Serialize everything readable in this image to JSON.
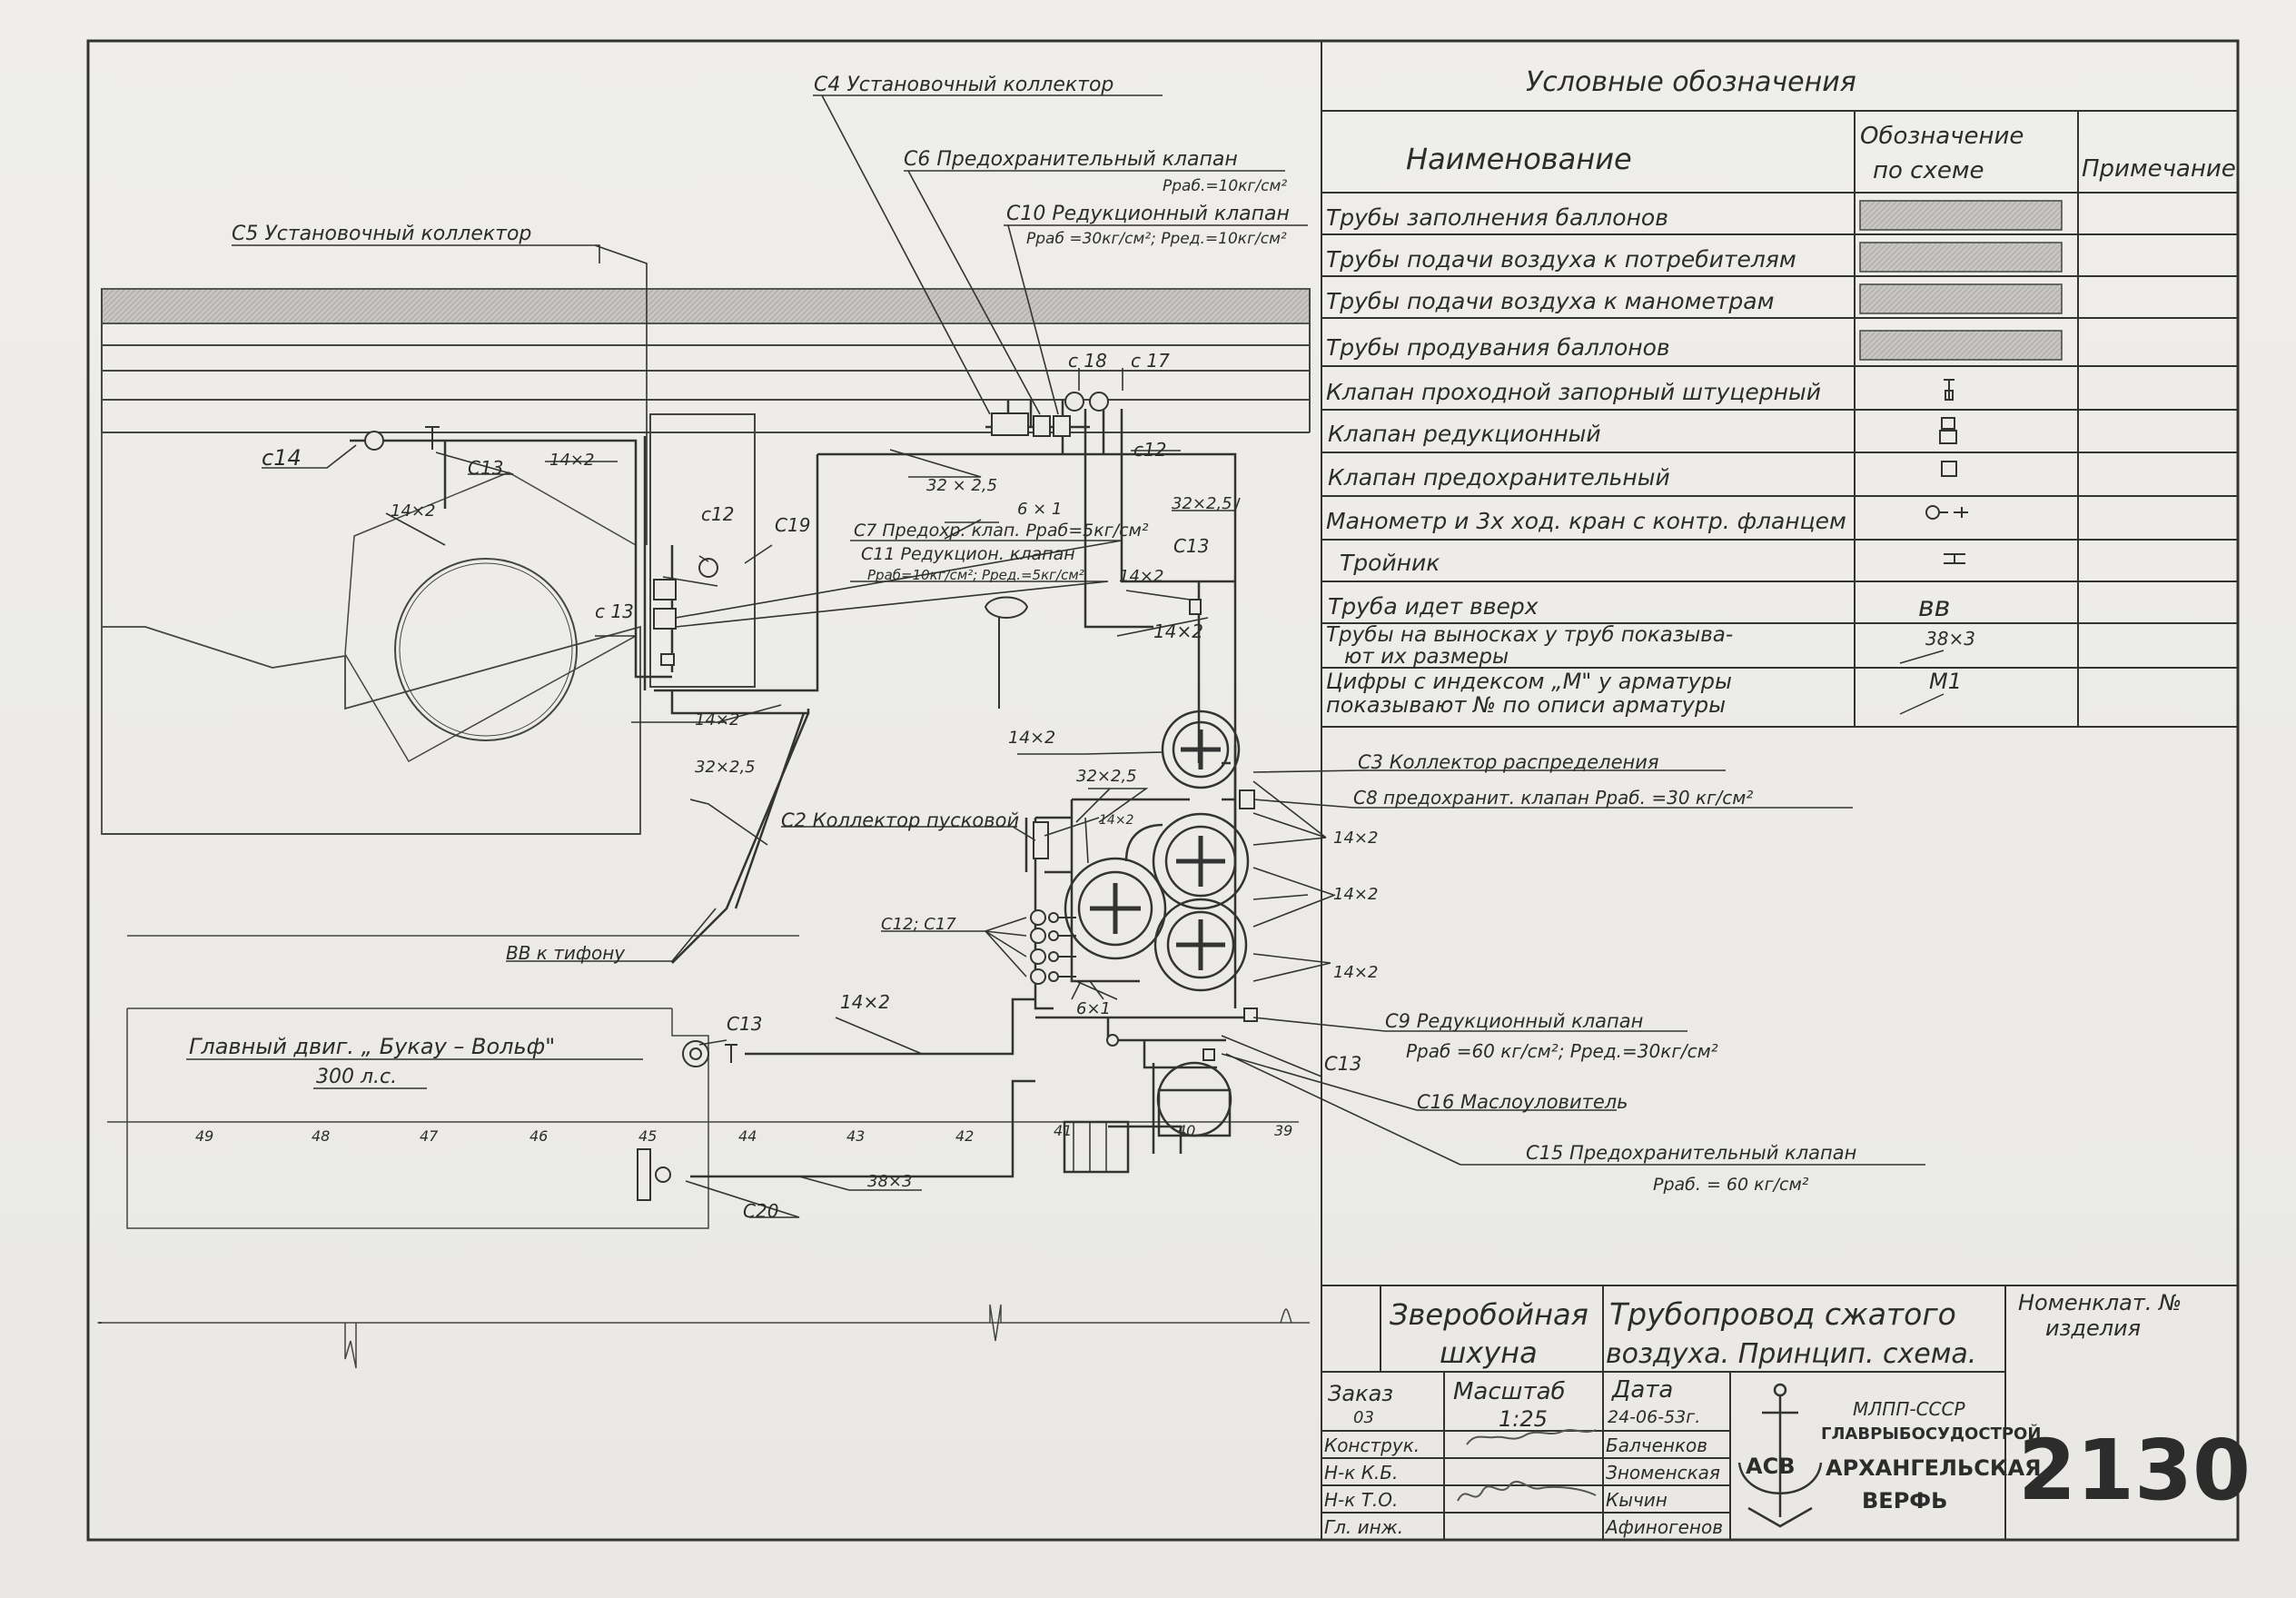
{
  "labels": {
    "c4": "С4 Установочный коллектор",
    "c6": "С6 Предохранительный клапан",
    "c6_p": "Рраб.=10кг/см²",
    "c10": "С10 Редукционный клапан",
    "c10_p": "Рраб =30кг/см²; Рред.=10кг/см²",
    "c5": "С5 Установочный коллектор",
    "c18": "с 18",
    "c17": "с 17",
    "c12a": "с12",
    "c14": "с14",
    "c13a": "С13",
    "p14x2a": "14×2",
    "p32x25a": "32 × 2,5",
    "p6x1a": "6 × 1",
    "c7": "С7 Предохр. клап. Рраб=5кг/см²",
    "c11": "С11 Редукцион. клапан",
    "c11_p": "Рраб=10кг/см²; Рред.=5кг/см²",
    "c12b": "с12",
    "c19": "С19",
    "c13b": "с 13",
    "p14x2b": "14×2",
    "p32x25b": "32×2,5",
    "c13c": "С13",
    "p14x2c": "14×2",
    "p14x2d": "14×2",
    "p14x2e": "14×2",
    "p14x2f": "14×2",
    "p32x25c": "32×2,5",
    "p32x25d": "32×2,5",
    "p14x2g": "14×2",
    "c3": "С3 Коллектор распределения",
    "c8": "С8 предохранит. клапан Рраб. =30 кг/см²",
    "c2": "С2 Коллектор пусковой",
    "p14x2h": "14×2",
    "p14x2i": "14×2",
    "p14x2j": "14×2",
    "c12c17": "С12; С17",
    "bb": "ВВ к тифону",
    "p6x1b": "6×1",
    "c9": "С9 Редукционный клапан",
    "c9_p": "Рраб =60 кг/см²; Рред.=30кг/см²",
    "c13d": "С13",
    "c13e": "С13",
    "p14x2k": "14×2",
    "engine1": "Главный двиг. „ Букау – Вольф\"",
    "engine2": "300 л.с.",
    "c16": "С16 Маслоуловитель",
    "c15": "С15 Предохранительный клапан",
    "c15_p": "Рраб. = 60 кг/см²",
    "p38x3": "38×3",
    "c20": "С20",
    "frames": [
      "49",
      "48",
      "47",
      "46",
      "45",
      "44",
      "43",
      "42",
      "41",
      "40",
      "39"
    ]
  },
  "legend": {
    "title": "Условные обозначения",
    "col_name": "Наименование",
    "col_sym1": "Обозначение",
    "col_sym2": "по схеме",
    "col_note": "Примечание",
    "rows": [
      {
        "name": "Трубы заполнения баллонов",
        "sym": ""
      },
      {
        "name": "Трубы подачи воздуха к потребителям",
        "sym": ""
      },
      {
        "name": "Трубы подачи воздуха к манометрам",
        "sym": ""
      },
      {
        "name": "Трубы продувания баллонов",
        "sym": ""
      },
      {
        "name": "Клапан проходной запорный штуцерный",
        "sym": ""
      },
      {
        "name": "Клапан редукционный",
        "sym": ""
      },
      {
        "name": "Клапан предохранительный",
        "sym": ""
      },
      {
        "name": "Манометр и 3х ход. кран с контр. фланцем",
        "sym": ""
      },
      {
        "name": "Тройник",
        "sym": ""
      },
      {
        "name": "Труба идет вверх",
        "sym": "вв"
      },
      {
        "name": "Трубы на выносках у труб показыва-",
        "name2": "ют их размеры",
        "sym": "38×3"
      },
      {
        "name": "Цифры с индексом „М\" у арматуры",
        "name2": "показывают № по описи арматуры",
        "sym": "М1"
      }
    ]
  },
  "title_block": {
    "vessel1": "Зверобойная",
    "vessel2": "шхуна",
    "title1": "Трубопровод сжатого",
    "title2": "воздуха. Принцип. схема.",
    "nomen1": "Номенклат. №",
    "nomen2": "изделия",
    "order": "Заказ",
    "order_no": "03",
    "scale_lbl": "Масштаб",
    "scale": "1:25",
    "date_lbl": "Дата",
    "date": "24-06-53г.",
    "roles": [
      "Конструк.",
      "Н-к К.Б.",
      "Н-к Т.О.",
      "Гл. инж."
    ],
    "names": [
      "Балченков",
      "Зноменская",
      "Кычин",
      "Афиногенов"
    ],
    "org1": "МЛПП-СССР",
    "org2": "ГЛАВРЫБОСУДОСТРОЙ",
    "org3": "АРХАНГЕЛЬСКАЯ",
    "org4": "ВЕРФЬ",
    "logo": "АСВ",
    "number": "2130"
  }
}
